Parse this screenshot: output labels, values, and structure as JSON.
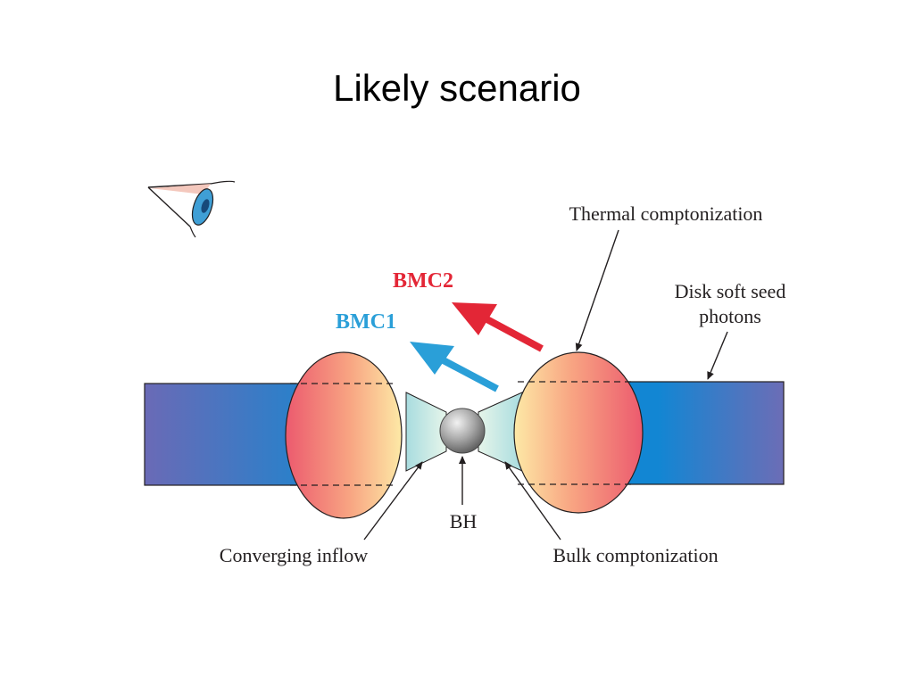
{
  "slide": {
    "title": "Likely scenario"
  },
  "diagram": {
    "labels": {
      "thermal": "Thermal comptonization",
      "disk_line1": "Disk soft seed",
      "disk_line2": "photons",
      "bmc2": "BMC2",
      "bmc1": "BMC1",
      "bh": "BH",
      "converging": "Converging inflow",
      "bulk": "Bulk comptonization"
    },
    "colors": {
      "bmc1": "#2a9fd8",
      "bmc2": "#e32636",
      "disk_inner": "#1a86cf",
      "disk_outer": "#6a6fb8",
      "corona_hot": "#ec5a6e",
      "corona_cool": "#fde9a6",
      "inflow": "#b7e2e3",
      "eye_iris": "#3f9fd6"
    },
    "icons": [
      "observer-eye-icon"
    ]
  }
}
